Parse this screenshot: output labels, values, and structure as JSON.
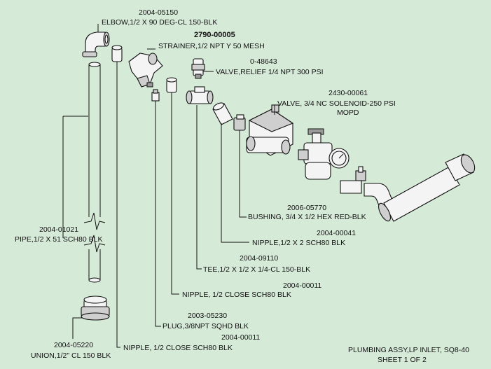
{
  "parts": {
    "elbow": {
      "pn": "2004-05150",
      "desc": "ELBOW,1/2 X 90 DEG-CL 150-BLK"
    },
    "strainer": {
      "pn": "2790-00005",
      "desc": "STRAINER,1/2 NPT Y   50 MESH"
    },
    "relief_valve": {
      "pn": "0-48643",
      "desc": "VALVE,RELIEF 1/4 NPT 300 PSI"
    },
    "solenoid_valve": {
      "pn": "2430-00061",
      "desc_line1": "VALVE, 3/4 NC SOLENOID-250 PSI",
      "desc_line2": "MOPD"
    },
    "pipe": {
      "pn": "2004-01021",
      "desc": "PIPE,1/2 X 51 SCH80 BLK"
    },
    "bushing": {
      "pn": "2006-05770",
      "desc": "BUSHING, 3/4 X 1/2 HEX RED-BLK"
    },
    "nipple_2": {
      "pn": "2004-00041",
      "desc": "NIPPLE,1/2 X 2  SCH80 BLK"
    },
    "tee": {
      "pn": "2004-09110",
      "desc": "TEE,1/2 X 1/2 X 1/4-CL 150-BLK"
    },
    "nipple_close_a": {
      "pn": "2004-00011",
      "desc": "NIPPLE, 1/2 CLOSE SCH80 BLK"
    },
    "plug": {
      "pn": "2003-05230",
      "desc": "PLUG,3/8NPT SQHD BLK"
    },
    "union": {
      "pn": "2004-05220",
      "desc": "UNION,1/2\" CL 150 BLK"
    },
    "nipple_close_b": {
      "pn": "2004-00011",
      "desc": "NIPPLE, 1/2 CLOSE SCH80 BLK"
    }
  },
  "title_block": {
    "line1": "PLUMBING ASSY,LP INLET, SQ8-40",
    "line2": "SHEET 1 OF 2"
  },
  "colors": {
    "background": "#d6ead8",
    "ink": "#111111"
  }
}
